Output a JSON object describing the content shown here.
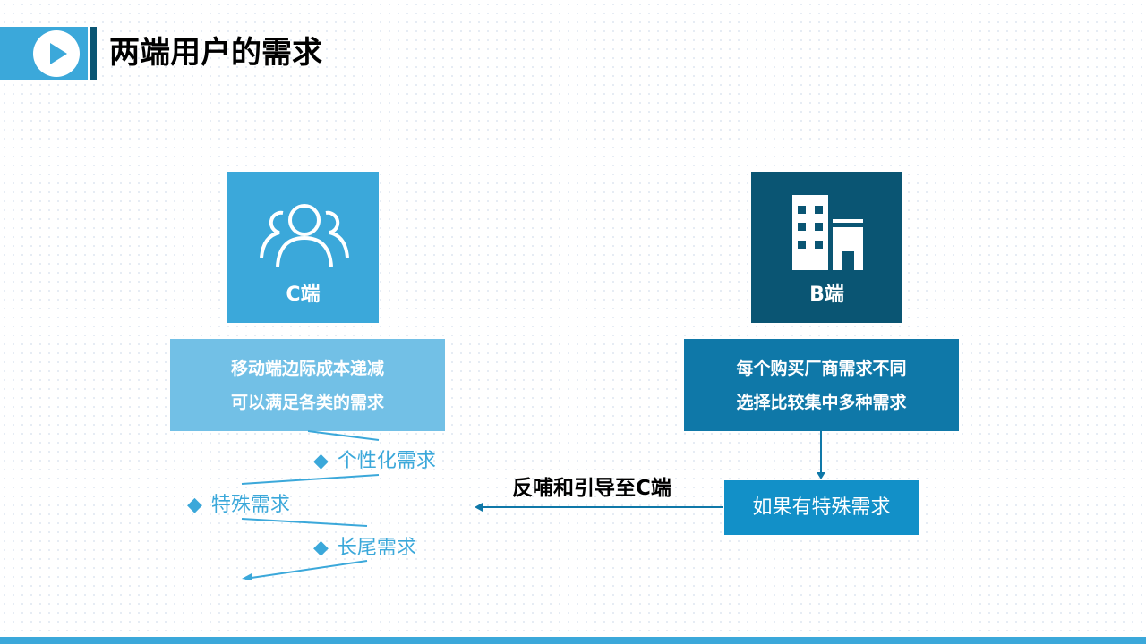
{
  "title": "两端用户的需求",
  "c_side": {
    "label": "C端",
    "desc_lines": [
      "移动端边际成本递减",
      "可以满足各类的需求"
    ],
    "items": [
      "个性化需求",
      "特殊需求",
      "长尾需求"
    ]
  },
  "b_side": {
    "label": "B端",
    "desc_lines": [
      "每个购买厂商需求不同",
      "选择比较集中多种需求"
    ],
    "special": "如果有特殊需求"
  },
  "arrow_label": "反哺和引导至C端",
  "colors": {
    "accent": "#3ba8da",
    "dark": "#0a5573",
    "light": "#72c0e6",
    "mid": "#0f78a8"
  }
}
